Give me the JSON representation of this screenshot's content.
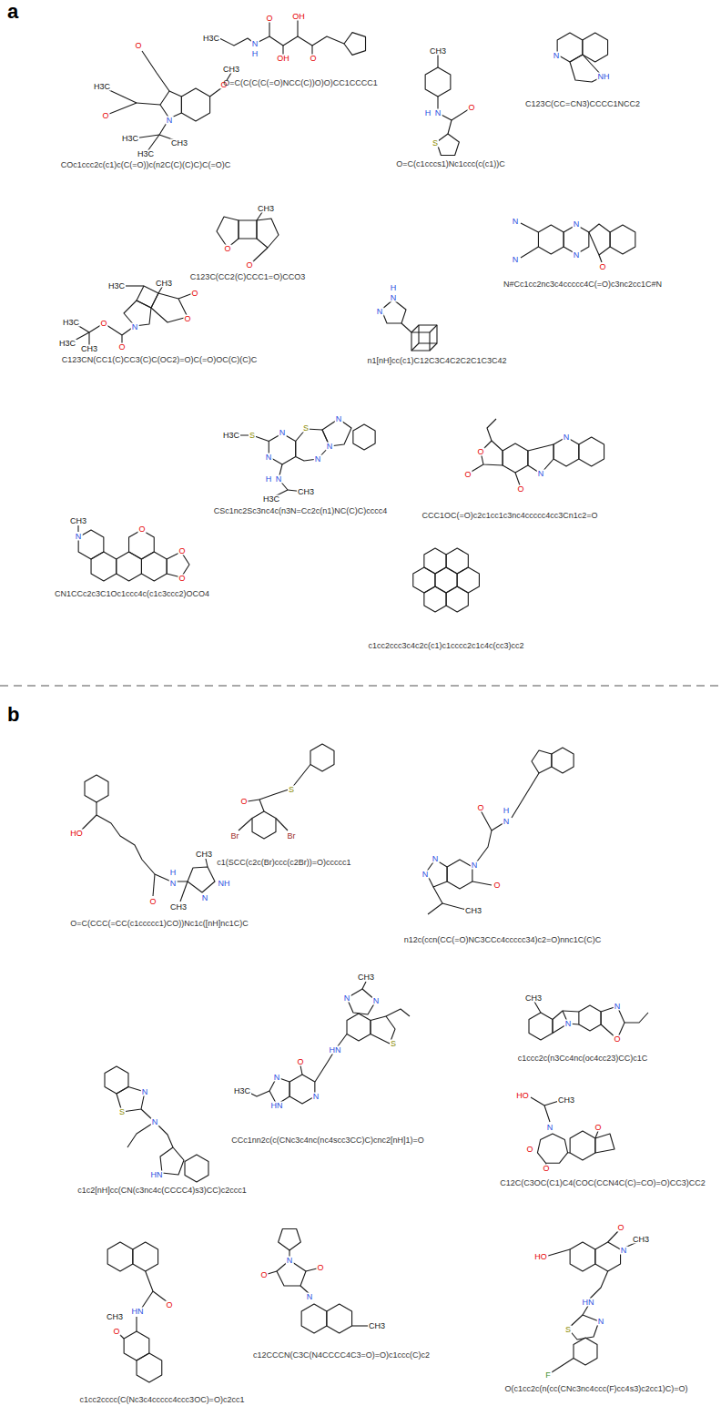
{
  "diagram": {
    "labels": [
      "a",
      "O",
      "O",
      "CH3",
      "H3C",
      "O",
      "N",
      "CH3",
      "H3C",
      "H3C",
      "COc1ccc2c(c1)c(C(=O))c(n2C(C)(C)C)C(=O)C",
      "H3C",
      "N",
      "H",
      "O",
      "OH",
      "OH",
      "O",
      "O=C(C(C(C(=O)NCC(C))O)O)CC1CCCC1",
      "CH3",
      "H",
      "N",
      "O",
      "S",
      "O=C(c1cccs1)Nc1ccc(c(c1))C",
      "N",
      "NH",
      "C123C(CC=CN3)CCCC1NCC2",
      "H3C",
      "CH3",
      "O",
      "O",
      "N",
      "O",
      "O",
      "H3C",
      "H3C",
      "CH3",
      "C123CN(CC1(C)CC3(C)C(OC2)=O)C(=O)OC(C)(C)C",
      "CH3",
      "O",
      "O",
      "C123C(CC2(C)CCC1=O)CCO3",
      "H",
      "N",
      "N",
      "n1[nH]cc(c1)C12C3C4C2C2C1C3C42",
      "N",
      "N",
      "N",
      "N",
      "O",
      "N#Cc1cc2nc3c4ccccc4C(=O)c3nc2cc1C#N",
      "H3C",
      "S",
      "N",
      "N",
      "S",
      "N",
      "N",
      "N",
      "H",
      "N",
      "CH3",
      "H3C",
      "CSc1nc2Sc3nc4c(n3N=Cc2c(n1)NC(C)C)cccc4",
      "O",
      "O",
      "O",
      "N",
      "N",
      "CCC1OC(=O)c2c1cc1c3nc4ccccc4cc3Cn1c2=O",
      "CH3",
      "N",
      "O",
      "O",
      "O",
      "CN1CCc2c3C1Oc1ccc4c(c1c3ccc2)OCO4",
      "c1cc2ccc3c4c2c(c1)c1cccc2c1c4c(cc3)cc2",
      "b",
      "HO",
      "O",
      "H",
      "N",
      "CH3",
      "NH",
      "N",
      "CH3",
      "O=C(CCC(=CC(c1ccccc1)CO))Nc1c([nH]nc1C)C",
      "S",
      "O",
      "Br",
      "Br",
      "c1(SCC(c2c(Br)ccc(c2Br))=O)ccccc1",
      "O",
      "H",
      "N",
      "N",
      "N",
      "N",
      "O",
      "CH3",
      "n12c(ccn(CC(=O)NC3CCc4ccccc34)c2=O)nnc1C(C)C",
      "S",
      "N",
      "N",
      "HN",
      "c1c2[nH]cc(CN(c3nc4c(CCCC4)s3)CC)c2ccc1",
      "CH3",
      "N",
      "N",
      "S",
      "HN",
      "O",
      "N",
      "HN",
      "N",
      "H3C",
      "CCc1nn2c(c(CNc3c4nc(nc4scc3CC)C)cnc2[nH]1)=O",
      "CH3",
      "N",
      "N",
      "O",
      "c1ccc2c(n3Cc4nc(oc4cc23)CC)c1C",
      "HO",
      "CH3",
      "N",
      "O",
      "O",
      "O",
      "C12C(C3OC(C1)C4(COC(CCN4C(C)=CO)=O)CC3)CC2",
      "O",
      "HN",
      "CH3",
      "O",
      "c1cc2cccc(C(Nc3c4ccccc4ccc3OC)=O)c2cc1",
      "N",
      "O",
      "O",
      "N",
      "CH3",
      "c12CCCN(C3C(N4CCCC4C3=O)=O)c1ccc(C)c2",
      "O",
      "HO",
      "N",
      "CH3",
      "HN",
      "N",
      "S",
      "F",
      "O(c1cc2c(n(cc(CNc3nc4ccc(F)cc4s3)c2cc1)C)=O)"
    ]
  }
}
